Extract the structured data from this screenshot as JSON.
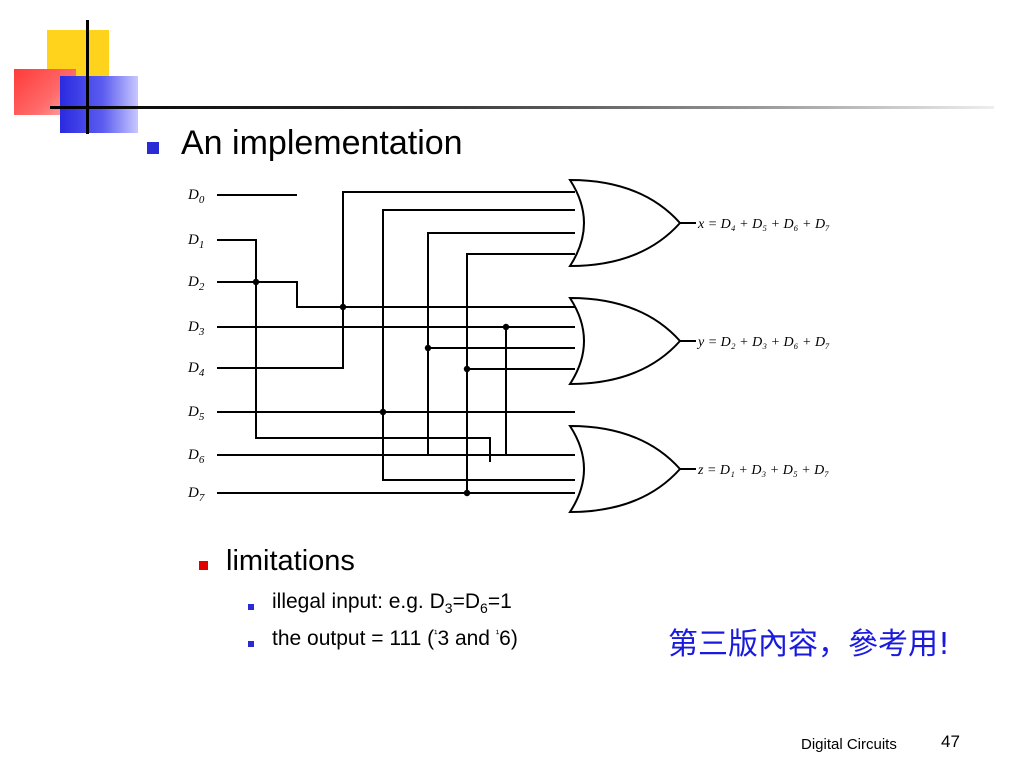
{
  "colors": {
    "title_bullet": "#2b2bd6",
    "limitation_bullet": "#e00000",
    "note": "#1a1adf"
  },
  "slide": {
    "title": "An implementation",
    "limitations": {
      "heading": "limitations",
      "items": [
        {
          "text": "illegal input: e.g. D",
          "sub1": "3",
          "mid": "=D",
          "sub2": "6",
          "tail": "=1"
        },
        {
          "text": "the output = 111 (",
          "sup1": "¹",
          "mid": "3 and ",
          "sup2": "¹",
          "tail": "6)"
        }
      ]
    },
    "note": "第三版內容，參考用!",
    "footer": {
      "label": "Digital Circuits",
      "page": "47"
    }
  },
  "diagram": {
    "inputs": [
      {
        "base": "D",
        "sub": "0"
      },
      {
        "base": "D",
        "sub": "1"
      },
      {
        "base": "D",
        "sub": "2"
      },
      {
        "base": "D",
        "sub": "3"
      },
      {
        "base": "D",
        "sub": "4"
      },
      {
        "base": "D",
        "sub": "5"
      },
      {
        "base": "D",
        "sub": "6"
      },
      {
        "base": "D",
        "sub": "7"
      }
    ],
    "outputs": [
      {
        "var": "x",
        "eq": "= D₄ + D₅ + D₆ + D₇"
      },
      {
        "var": "y",
        "eq": "= D₂ + D₃ + D₆ + D₇"
      },
      {
        "var": "z",
        "eq": "= D₁ + D₃ + D₅ + D₇"
      }
    ]
  }
}
